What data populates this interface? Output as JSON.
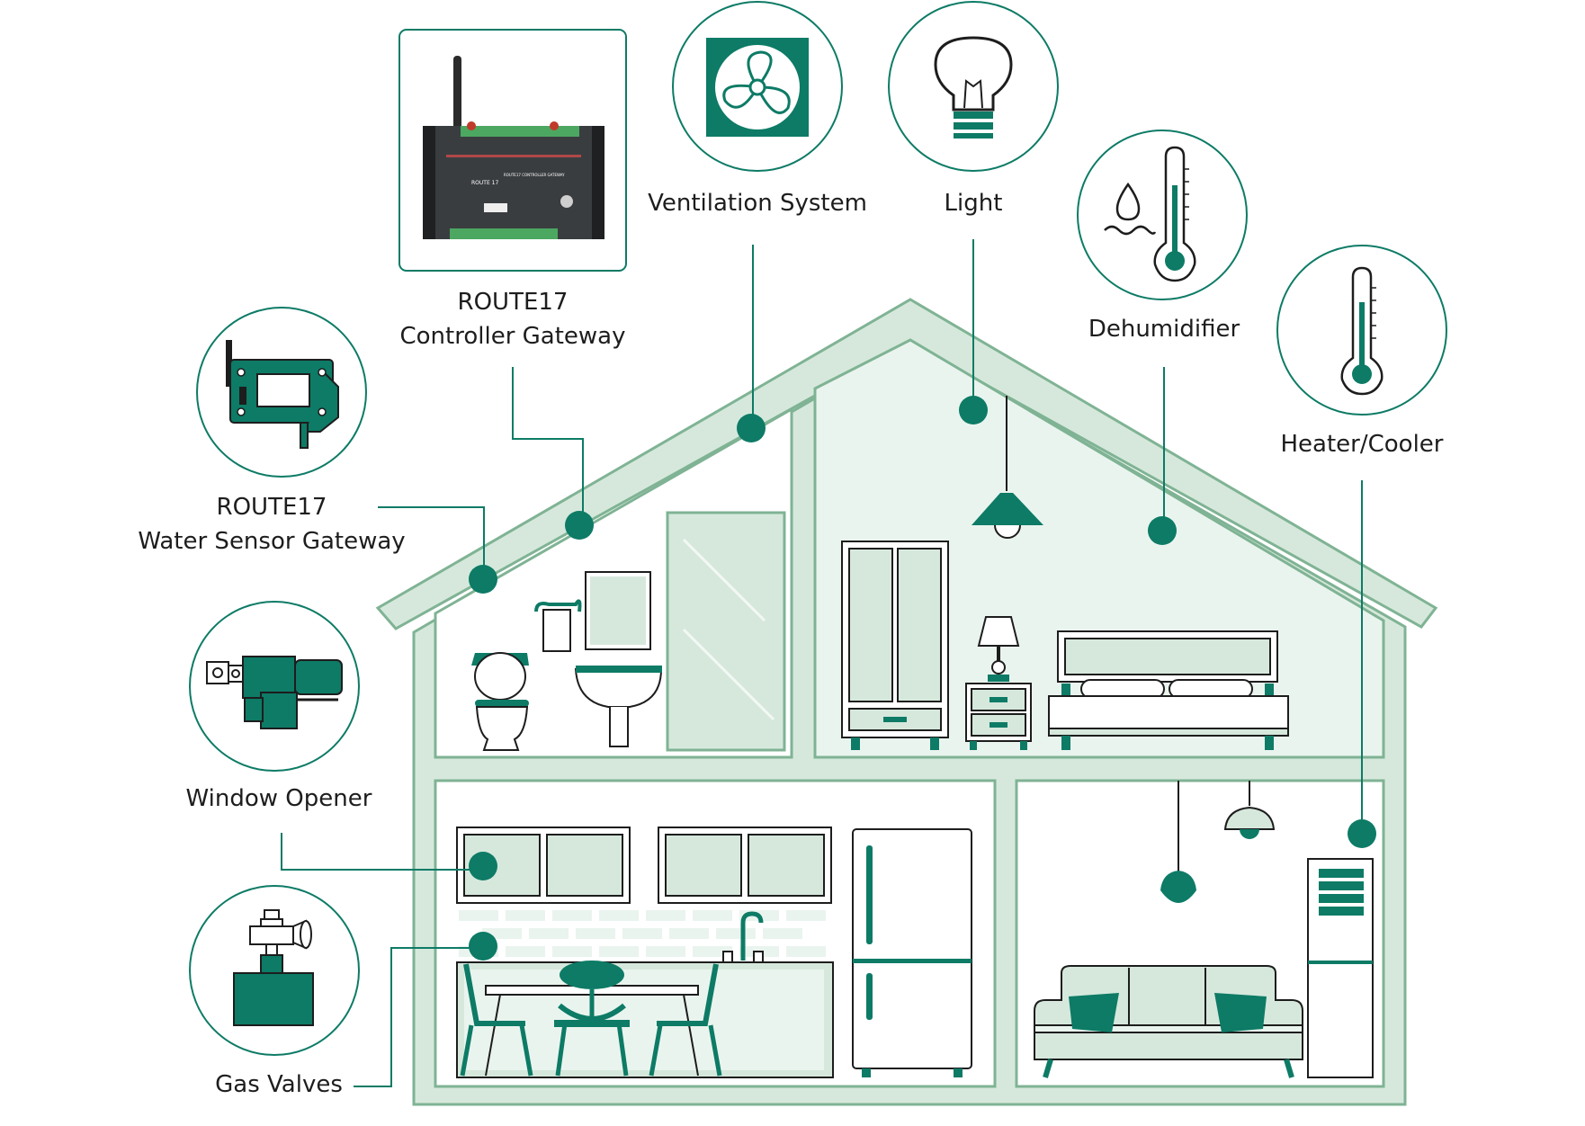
{
  "colors": {
    "teal": "#0d7b66",
    "house_fill": "#d6e8dc",
    "house_light": "#eaf4ee",
    "house_line": "#7fb394",
    "line": "#0d7b66"
  },
  "devices": [
    {
      "id": "controller",
      "name": "ROUTE17 Controller Gateway",
      "lines": [
        "ROUTE17",
        "Controller Gateway"
      ],
      "icon": "controller-gateway-icon"
    },
    {
      "id": "ventilation",
      "name": "Ventilation System",
      "lines": [
        "Ventilation System"
      ],
      "icon": "fan-icon"
    },
    {
      "id": "light",
      "name": "Light",
      "lines": [
        "Light"
      ],
      "icon": "light-bulb-icon"
    },
    {
      "id": "dehumidifier",
      "name": "Dehumidifier",
      "lines": [
        "Dehumidifier"
      ],
      "icon": "dehumidifier-icon"
    },
    {
      "id": "heater",
      "name": "Heater/Cooler",
      "lines": [
        "Heater/Cooler"
      ],
      "icon": "thermometer-icon"
    },
    {
      "id": "water",
      "name": "ROUTE17 Water Sensor Gateway",
      "lines": [
        "ROUTE17",
        "Water Sensor Gateway"
      ],
      "icon": "water-sensor-icon"
    },
    {
      "id": "window",
      "name": "Window Opener",
      "lines": [
        "Window Opener"
      ],
      "icon": "window-opener-icon"
    },
    {
      "id": "gas",
      "name": "Gas Valves",
      "lines": [
        "Gas Valves"
      ],
      "icon": "gas-valve-icon"
    }
  ],
  "controller_device": {
    "brand": "ROUTE 17",
    "subtitle": "ROUTE17 CONTROLLER GATEWAY"
  }
}
